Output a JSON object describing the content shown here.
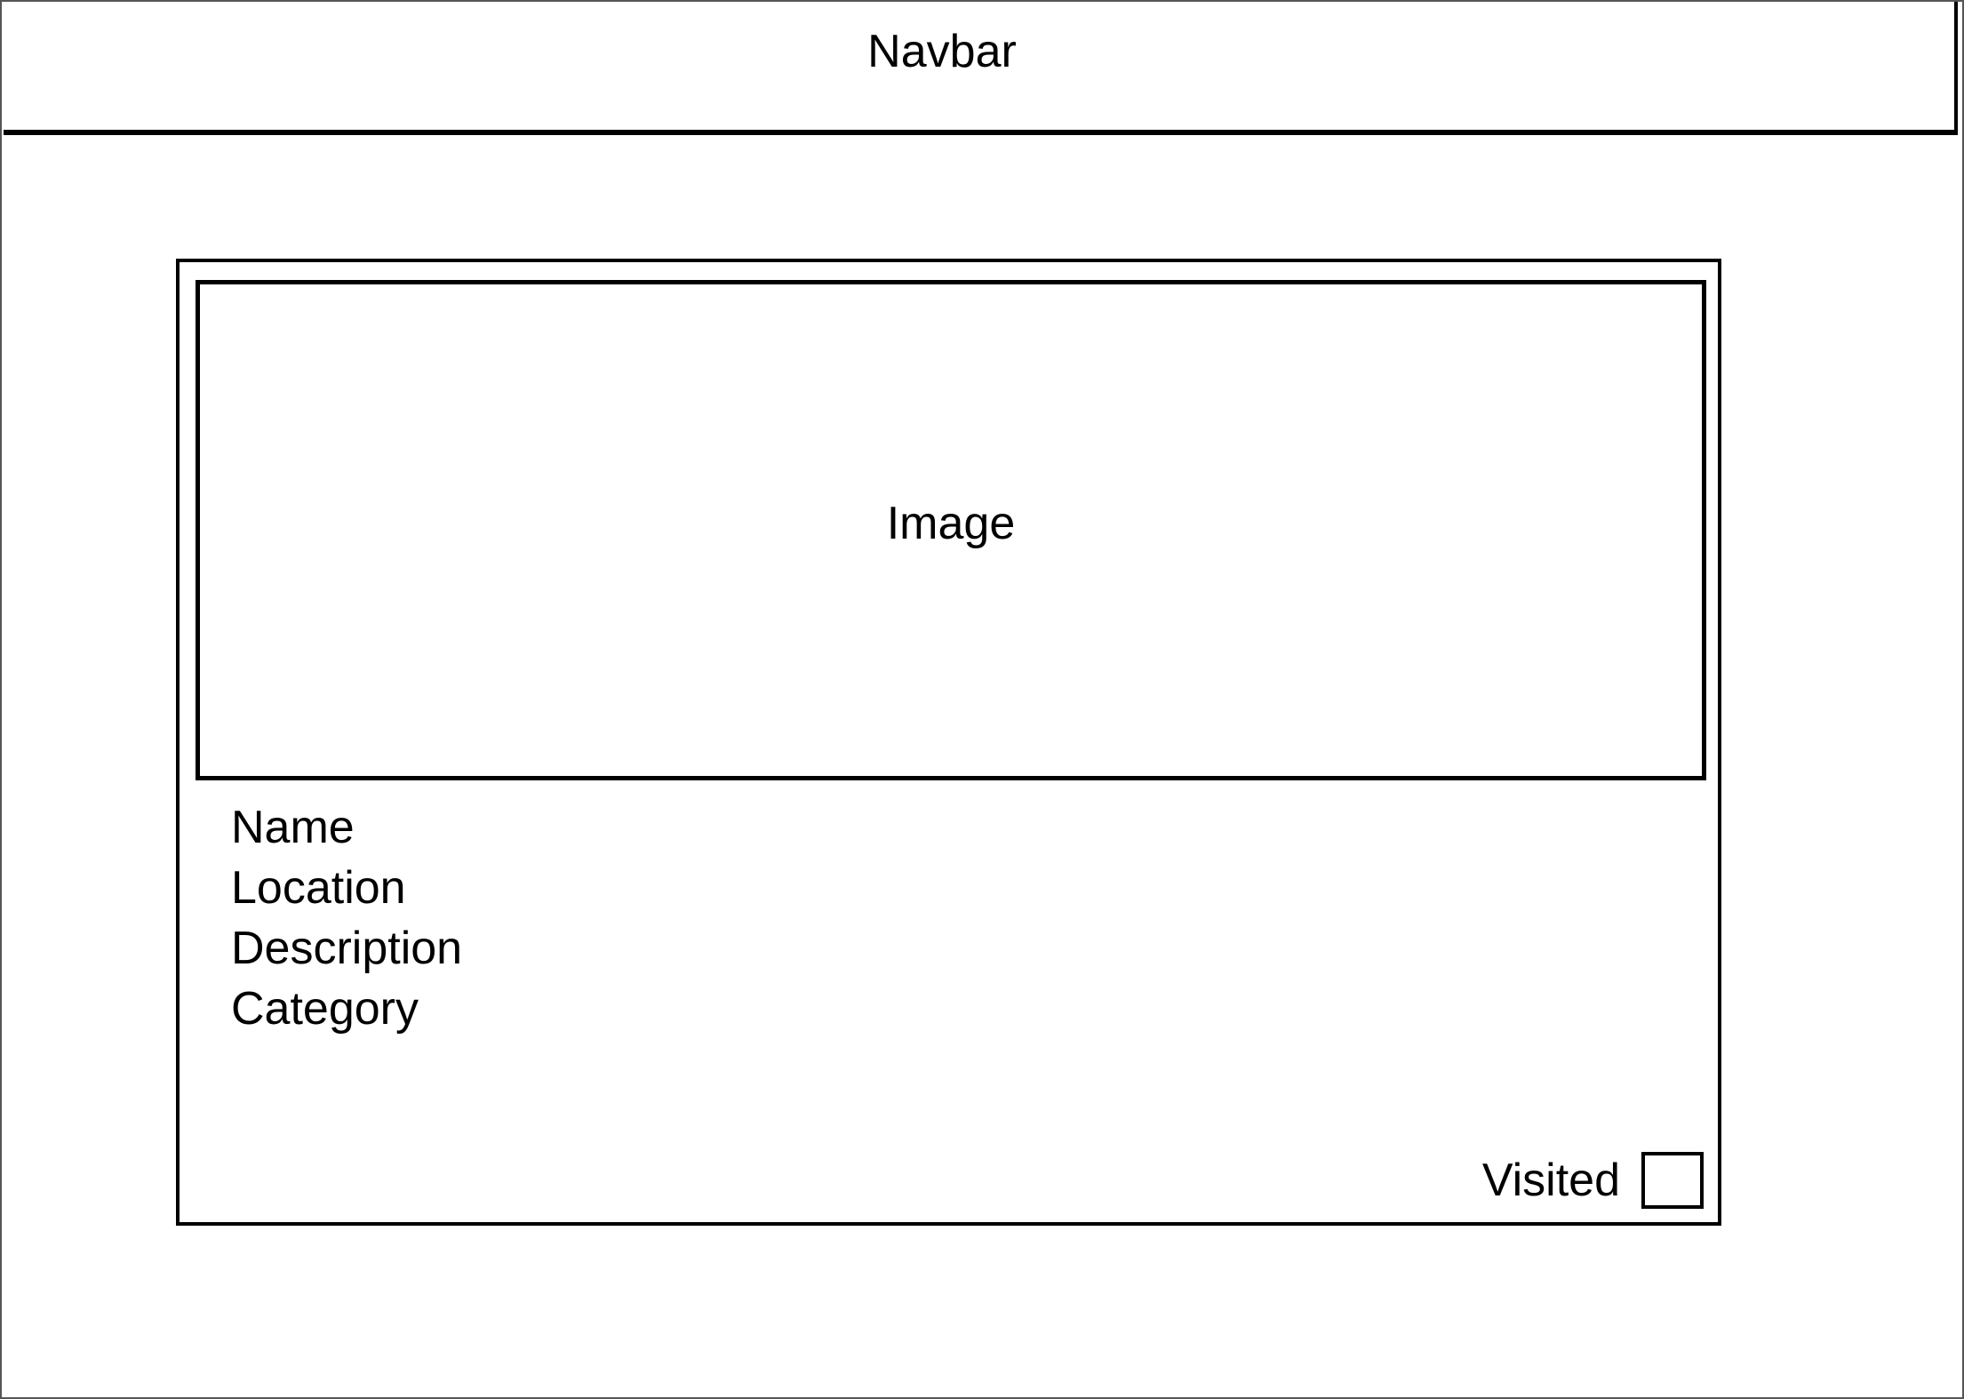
{
  "navbar": {
    "title": "Navbar"
  },
  "card": {
    "image_label": "Image",
    "fields": {
      "name": "Name",
      "location": "Location",
      "description": "Description",
      "category": "Category"
    },
    "visited": {
      "label": "Visited",
      "checked": false
    }
  }
}
